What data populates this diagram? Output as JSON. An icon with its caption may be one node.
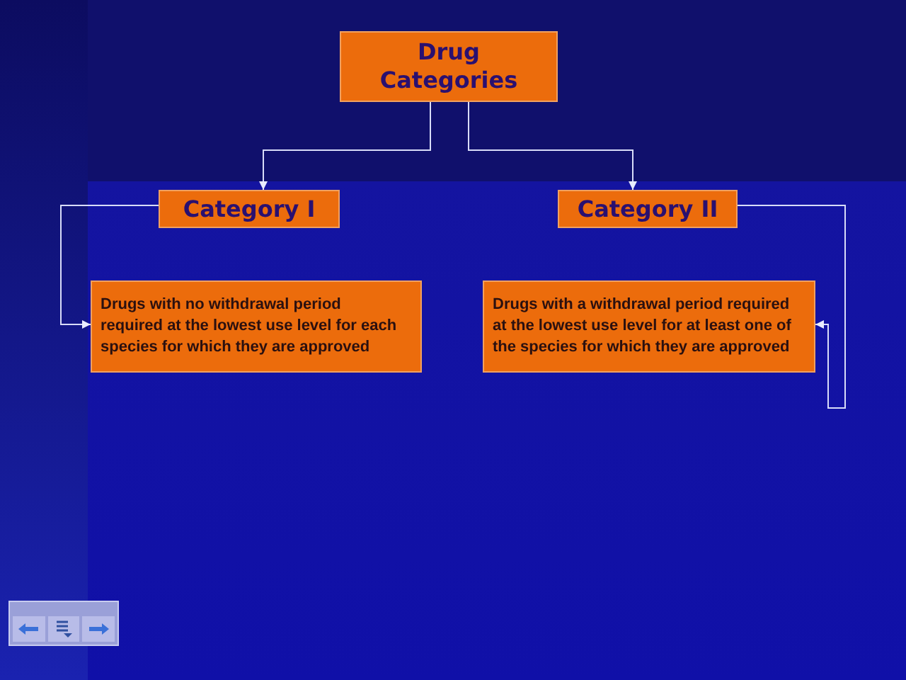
{
  "diagram": {
    "nodes": [
      {
        "text": [
          "Drug Categories"
        ]
      },
      {
        "text": [
          "Category I"
        ]
      },
      {
        "text": [
          "Category II"
        ]
      },
      {
        "text": [
          "Drugs with no withdrawal period required at the lowest use level for each species for which they are approved"
        ]
      },
      {
        "text": [
          "Drugs with a withdrawal period required at the lowest use level for at least one of the species for which they are approved"
        ]
      }
    ],
    "edges": [
      {
        "from": 0,
        "to": 1,
        "arrow": "to"
      },
      {
        "from": 0,
        "to": 2,
        "arrow": "to"
      },
      {
        "from": 1,
        "to": 3,
        "arrow": "to"
      },
      {
        "from": 2,
        "to": 4,
        "arrow": "to"
      }
    ]
  }
}
